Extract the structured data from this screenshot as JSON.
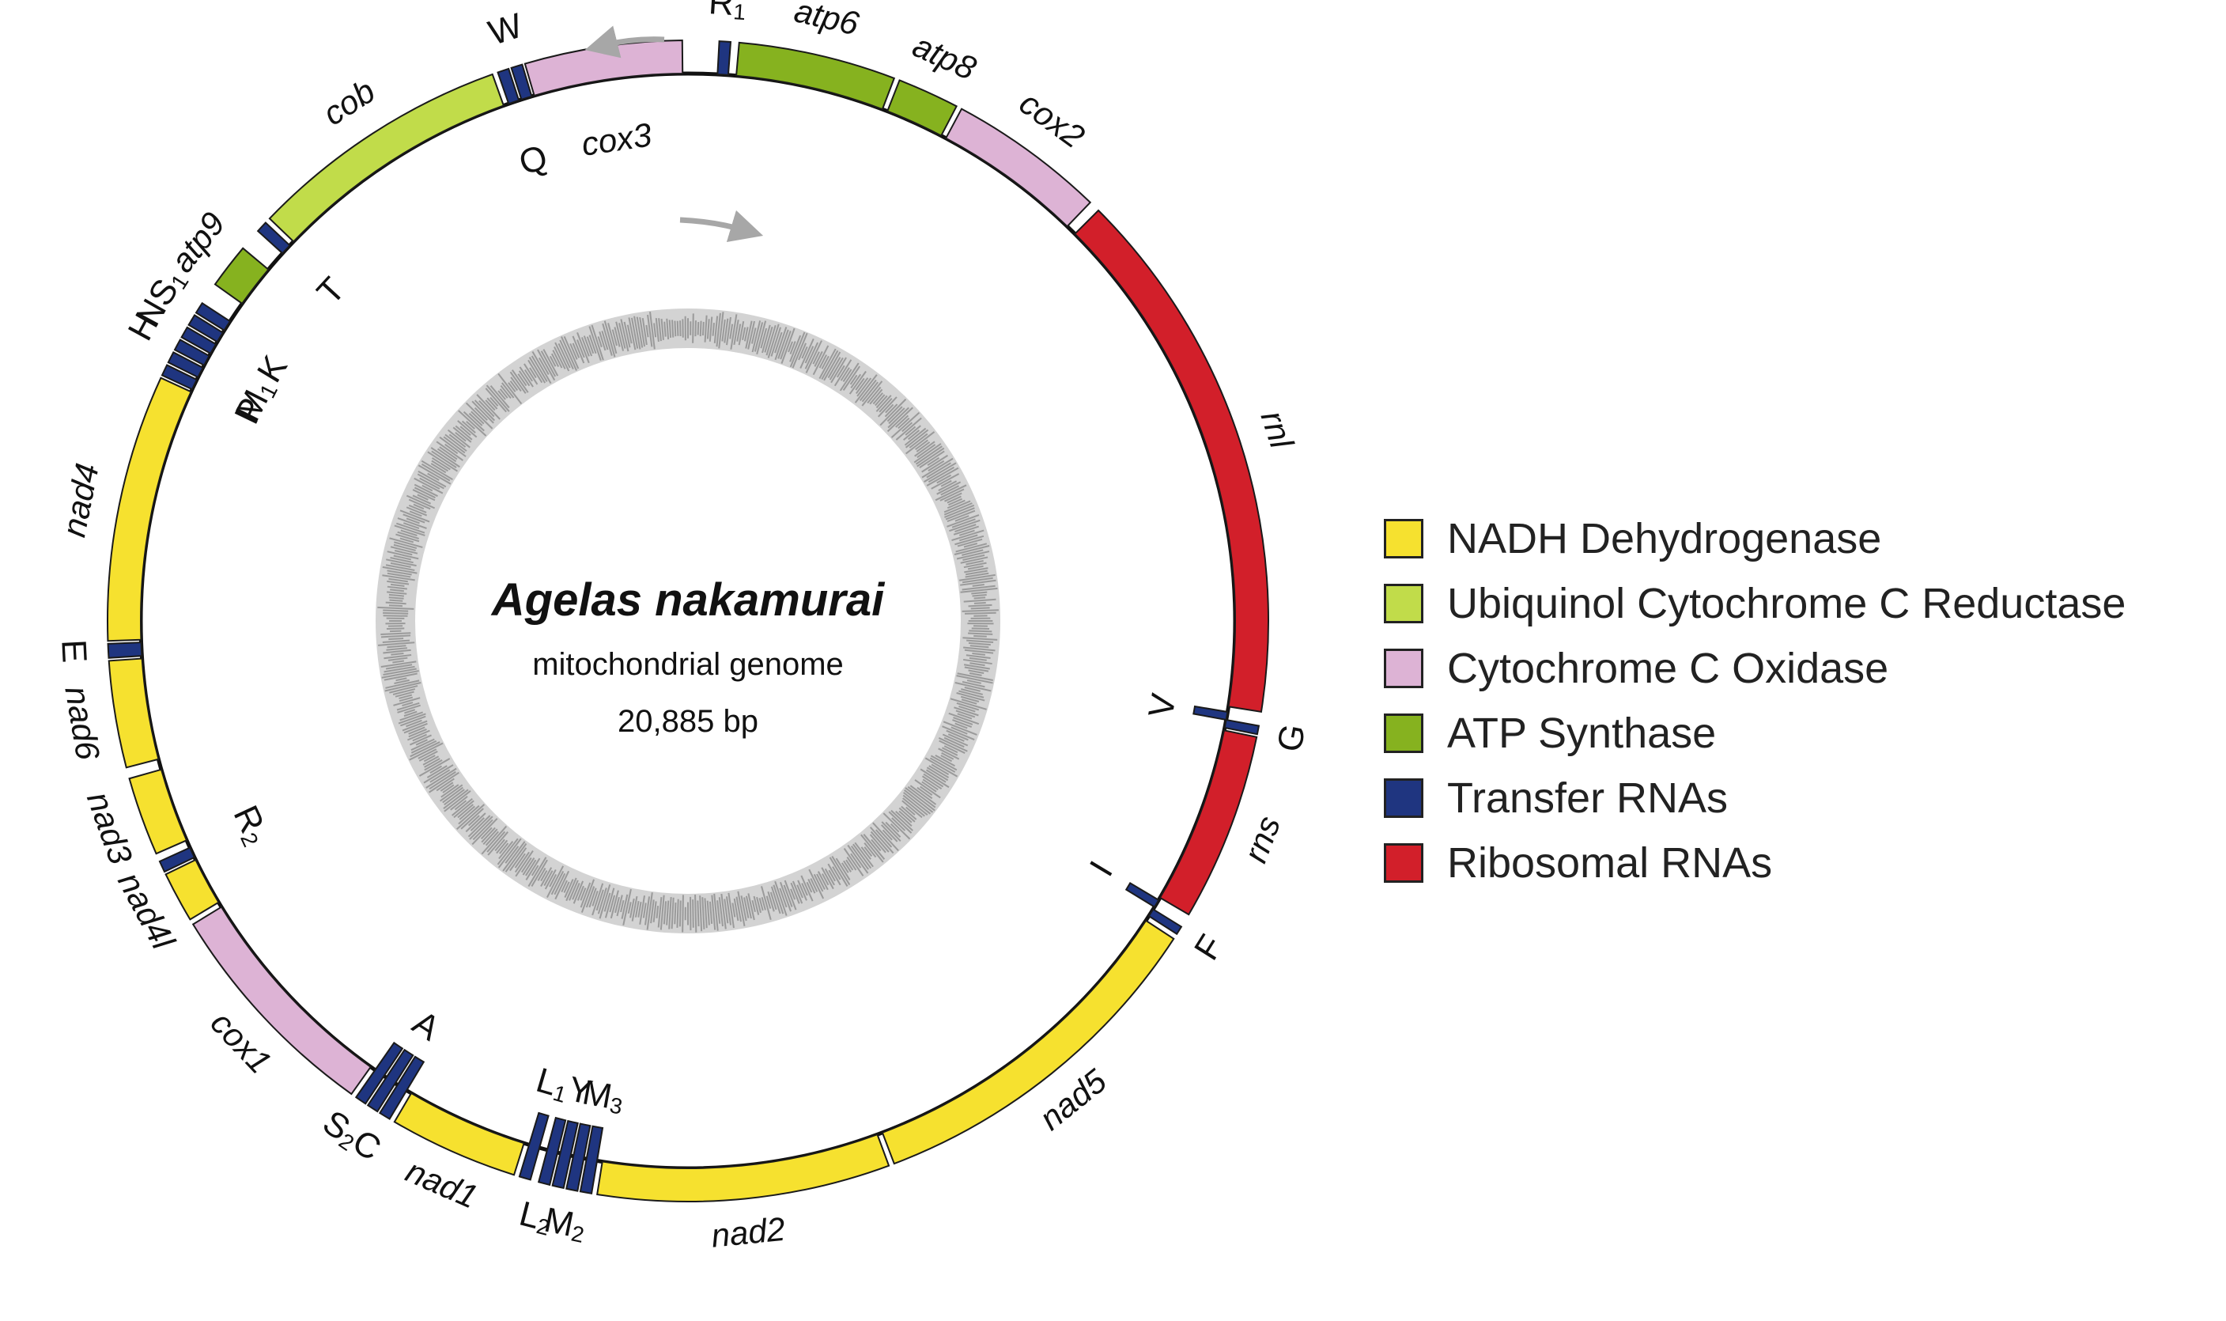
{
  "genome": {
    "species": "Agelas nakamurai",
    "subtitle": "mitochondrial genome",
    "length_label": "20,885 bp"
  },
  "categories": {
    "nadh": {
      "label": "NADH Dehydrogenase",
      "color": "#f6e12f"
    },
    "ucr": {
      "label": "Ubiquinol Cytochrome C Reductase",
      "color": "#c1dc4a"
    },
    "cox": {
      "label": "Cytochrome C Oxidase",
      "color": "#ddb3d5"
    },
    "atp": {
      "label": "ATP Synthase",
      "color": "#86b21f"
    },
    "trna": {
      "label": "Transfer RNAs",
      "color": "#1f3580"
    },
    "rrna": {
      "label": "Ribosomal RNAs",
      "color": "#d21f2a"
    }
  },
  "legend_order": [
    "nadh",
    "ucr",
    "cox",
    "atp",
    "trna",
    "rrna"
  ],
  "genes": [
    {
      "name": "R1",
      "cat": "trna",
      "strand": "outer",
      "start": 5.5,
      "end": 7.5
    },
    {
      "name": "atp6",
      "cat": "atp",
      "strand": "outer",
      "start": 9,
      "end": 37
    },
    {
      "name": "atp8",
      "cat": "atp",
      "strand": "outer",
      "start": 38,
      "end": 49
    },
    {
      "name": "cox2",
      "cat": "cox",
      "strand": "outer",
      "start": 50,
      "end": 78
    },
    {
      "name": "rnl",
      "cat": "rrna",
      "strand": "outer",
      "start": 80,
      "end": 176
    },
    {
      "name": "V",
      "cat": "trna",
      "strand": "inner",
      "start": 177,
      "end": 178.5
    },
    {
      "name": "G",
      "cat": "trna",
      "strand": "outer",
      "start": 178.5,
      "end": 180
    },
    {
      "name": "rns",
      "cat": "rrna",
      "strand": "outer",
      "start": 180.5,
      "end": 214
    },
    {
      "name": "I",
      "cat": "trna",
      "strand": "inner",
      "start": 214.5,
      "end": 216
    },
    {
      "name": "F",
      "cat": "trna",
      "strand": "outer",
      "start": 216.5,
      "end": 218
    },
    {
      "name": "nad5",
      "cat": "nadh",
      "strand": "outer",
      "start": 219,
      "end": 283
    },
    {
      "name": "nad2",
      "cat": "nadh",
      "strand": "outer",
      "start": 284,
      "end": 336
    },
    {
      "name": "M3",
      "cat": "trna",
      "strand": "both",
      "start": 337,
      "end": 339
    },
    {
      "name": "M2",
      "cat": "trna",
      "strand": "both",
      "start": 339.5,
      "end": 341.5
    },
    {
      "name": "Y",
      "cat": "trna",
      "strand": "both",
      "start": 342,
      "end": 344
    },
    {
      "name": "L2",
      "cat": "trna",
      "strand": "both",
      "start": 344.5,
      "end": 346.5
    },
    {
      "name": "L1",
      "cat": "trna",
      "strand": "both",
      "start": 348,
      "end": 350
    },
    {
      "name": "nad1",
      "cat": "nadh",
      "strand": "outer",
      "start": 351,
      "end": 374
    },
    {
      "name": "C",
      "cat": "trna",
      "strand": "both",
      "start": 375,
      "end": 377
    },
    {
      "name": "A",
      "cat": "trna",
      "strand": "both",
      "start": 377.5,
      "end": 379.5
    },
    {
      "name": "S2",
      "cat": "trna",
      "strand": "both",
      "start": 380,
      "end": 382
    },
    {
      "name": "cox1",
      "cat": "cox",
      "strand": "outer",
      "start": 383,
      "end": 424
    },
    {
      "name": "nad4l",
      "cat": "nadh",
      "strand": "outer",
      "start": 425,
      "end": 434
    },
    {
      "name": "R2",
      "cat": "trna",
      "strand": "outer",
      "start": 434.5,
      "end": 436.5
    },
    {
      "name": "nad3",
      "cat": "nadh",
      "strand": "outer",
      "start": 438,
      "end": 452
    },
    {
      "name": "nad6",
      "cat": "nadh",
      "strand": "outer",
      "start": 454,
      "end": 473
    },
    {
      "name": "E",
      "cat": "trna",
      "strand": "outer",
      "start": 473.5,
      "end": 476
    },
    {
      "name": "nad4",
      "cat": "nadh",
      "strand": "outer",
      "start": 476.5,
      "end": 524
    },
    {
      "name": "P",
      "cat": "trna",
      "strand": "outer",
      "start": 524.5,
      "end": 526.5
    },
    {
      "name": "M1",
      "cat": "trna",
      "strand": "outer",
      "start": 527,
      "end": 529
    },
    {
      "name": "H",
      "cat": "trna",
      "strand": "outer",
      "start": 529.5,
      "end": 531.5
    },
    {
      "name": "N",
      "cat": "trna",
      "strand": "outer",
      "start": 532,
      "end": 534
    },
    {
      "name": "K",
      "cat": "trna",
      "strand": "outer",
      "start": 534.5,
      "end": 536.5
    },
    {
      "name": "S1",
      "cat": "trna",
      "strand": "outer",
      "start": 537,
      "end": 539
    },
    {
      "name": "atp9",
      "cat": "atp",
      "strand": "outer",
      "start": 543,
      "end": 551
    },
    {
      "name": "T",
      "cat": "trna",
      "strand": "outer",
      "start": 555,
      "end": 557
    },
    {
      "name": "cob",
      "cat": "ucr",
      "strand": "outer",
      "start": 558,
      "end": 605
    },
    {
      "name": "Q",
      "cat": "trna",
      "strand": "outer",
      "start": 606,
      "end": 608
    },
    {
      "name": "W",
      "cat": "trna",
      "strand": "outer",
      "start": 608.5,
      "end": 610.5
    },
    {
      "name": "cox3",
      "cat": "cox",
      "strand": "outer",
      "start": 611,
      "end": 639
    }
  ],
  "gene_labels": [
    {
      "text": "R",
      "sub": "1",
      "pos": 6.5,
      "side": "out"
    },
    {
      "text": "atp6",
      "sub": "",
      "pos": 23,
      "side": "out",
      "italic": true
    },
    {
      "text": "atp8",
      "sub": "",
      "pos": 43.5,
      "side": "out",
      "italic": true
    },
    {
      "text": "cox2",
      "sub": "",
      "pos": 64,
      "side": "out",
      "italic": true
    },
    {
      "text": "rnl",
      "sub": "",
      "pos": 128,
      "side": "out",
      "italic": true
    },
    {
      "text": "V",
      "sub": "",
      "pos": 178,
      "side": "in"
    },
    {
      "text": "G",
      "sub": "",
      "pos": 179.5,
      "side": "out"
    },
    {
      "text": "rns",
      "sub": "",
      "pos": 197,
      "side": "out",
      "italic": true
    },
    {
      "text": "I",
      "sub": "",
      "pos": 215,
      "side": "in"
    },
    {
      "text": "F",
      "sub": "",
      "pos": 217,
      "side": "out"
    },
    {
      "text": "nad5",
      "sub": "",
      "pos": 251,
      "side": "out",
      "italic": true
    },
    {
      "text": "nad2",
      "sub": "",
      "pos": 310,
      "side": "out",
      "italic": true
    },
    {
      "text": "M",
      "sub": "3",
      "pos": 338,
      "side": "in"
    },
    {
      "text": "M",
      "sub": "2",
      "pos": 340.5,
      "side": "out"
    },
    {
      "text": "Y",
      "sub": "",
      "pos": 343,
      "side": "in"
    },
    {
      "text": "L",
      "sub": "2",
      "pos": 345.5,
      "side": "out"
    },
    {
      "text": "L",
      "sub": "1",
      "pos": 349,
      "side": "in"
    },
    {
      "text": "nad1",
      "sub": "",
      "pos": 362,
      "side": "out",
      "italic": true
    },
    {
      "text": "A",
      "sub": "",
      "pos": 378.5,
      "side": "in"
    },
    {
      "text": "C",
      "sub": "",
      "pos": 376,
      "side": "out"
    },
    {
      "text": "S",
      "sub": "2",
      "pos": 381,
      "side": "out"
    },
    {
      "text": "cox1",
      "sub": "",
      "pos": 403,
      "side": "out",
      "italic": true
    },
    {
      "text": "nad4l",
      "sub": "",
      "pos": 430,
      "side": "out",
      "italic": true
    },
    {
      "text": "R",
      "sub": "2",
      "pos": 435.5,
      "side": "in"
    },
    {
      "text": "nad3",
      "sub": "",
      "pos": 445,
      "side": "out",
      "italic": true
    },
    {
      "text": "nad6",
      "sub": "",
      "pos": 463,
      "side": "out",
      "italic": true
    },
    {
      "text": "E",
      "sub": "",
      "pos": 475,
      "side": "out"
    },
    {
      "text": "nad4",
      "sub": "",
      "pos": 500,
      "side": "out",
      "italic": true
    },
    {
      "text": "P",
      "sub": "",
      "pos": 525.5,
      "side": "in"
    },
    {
      "text": "M",
      "sub": "1",
      "pos": 528,
      "side": "in"
    },
    {
      "text": "H",
      "sub": "",
      "pos": 530.5,
      "side": "out"
    },
    {
      "text": "N",
      "sub": "",
      "pos": 533,
      "side": "out"
    },
    {
      "text": "K",
      "sub": "",
      "pos": 535.5,
      "side": "in"
    },
    {
      "text": "S",
      "sub": "1",
      "pos": 538,
      "side": "out"
    },
    {
      "text": "atp9",
      "sub": "",
      "pos": 547,
      "side": "out",
      "italic": true
    },
    {
      "text": "T",
      "sub": "",
      "pos": 556,
      "side": "in"
    },
    {
      "text": "cob",
      "sub": "",
      "pos": 581,
      "side": "out",
      "italic": true
    },
    {
      "text": "Q",
      "sub": "",
      "pos": 607,
      "side": "in"
    },
    {
      "text": "W",
      "sub": "",
      "pos": 609.5,
      "side": "out"
    },
    {
      "text": "cox3",
      "sub": "",
      "pos": 625,
      "side": "in",
      "italic": true
    }
  ]
}
